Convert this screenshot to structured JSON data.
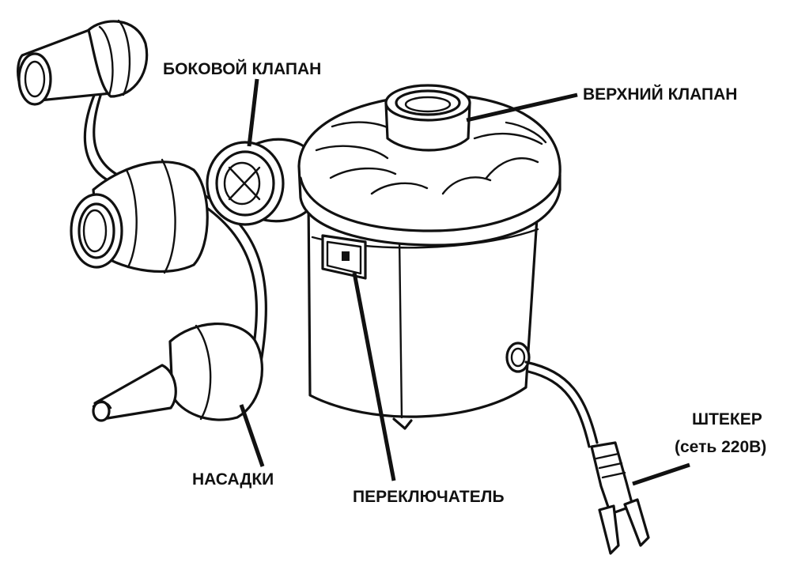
{
  "labels": {
    "side_valve": "БОКОВОЙ КЛАПАН",
    "top_valve": "ВЕРХНИЙ КЛАПАН",
    "plug_line1": "ШТЕКЕР",
    "plug_line2": "(сеть 220В)",
    "nozzles": "НАСАДКИ",
    "switch": "ПЕРЕКЛЮЧАТЕЛЬ"
  },
  "colors": {
    "ink": "#111111",
    "background": "#ffffff"
  }
}
